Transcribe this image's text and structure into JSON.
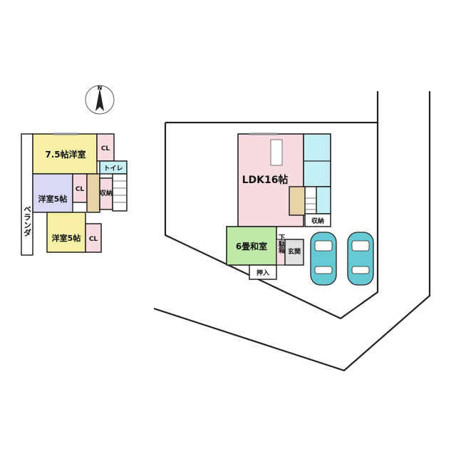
{
  "compass": {
    "label": "N"
  },
  "floor2": {
    "rooms": {
      "western_75": "7.5帖洋室",
      "western_5a": "洋室5帖",
      "western_5b": "洋室5帖",
      "cl1": "CL",
      "cl2": "CL",
      "cl3": "CL",
      "toilet": "トイレ",
      "storage": "収納",
      "balcony": "ベランダ"
    }
  },
  "floor1": {
    "rooms": {
      "ldk": "LDK16帖",
      "washitsu": "6畳和室",
      "oshiire": "押入",
      "genkan": "玄関",
      "getabako": "下駄箱",
      "storage": "収納"
    }
  },
  "colors": {
    "pink": "#f6dce1",
    "yellow": "#f5f0a6",
    "lavender": "#d9d8f3",
    "tan": "#e8d3a8",
    "green": "#bfe9a9",
    "cyan": "#c6eef5",
    "gray": "#e1e1e1",
    "car": "#67c9d3"
  }
}
